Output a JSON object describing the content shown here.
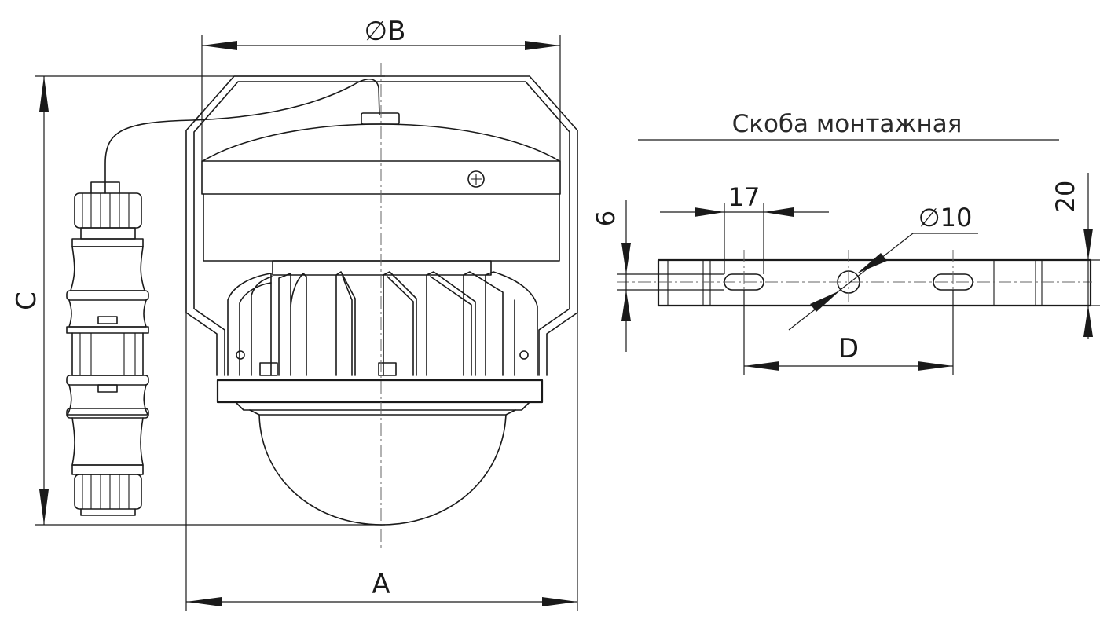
{
  "lamp_dimensions": {
    "overall_width": "A",
    "diameter": "∅B",
    "height": "C"
  },
  "bracket": {
    "title": "Скоба монтажная",
    "slot_length": "17",
    "slot_width": "6",
    "hole_diameter": "∅10",
    "height": "20",
    "slot_spacing": "D"
  }
}
